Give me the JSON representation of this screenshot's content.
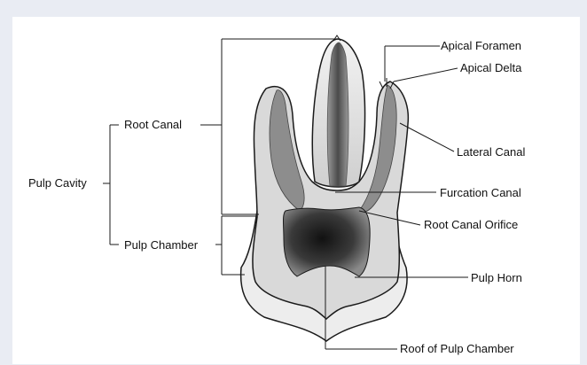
{
  "labels": {
    "pulp_cavity": "Pulp Cavity",
    "root_canal": "Root Canal",
    "pulp_chamber": "Pulp Chamber",
    "apical_foramen": "Apical Foramen",
    "apical_delta": "Apical Delta",
    "lateral_canal": "Lateral Canal",
    "furcation_canal": "Furcation Canal",
    "root_canal_orifice": "Root Canal Orifice",
    "pulp_horn": "Pulp Horn",
    "roof_of_pulp_chamber": "Roof of Pulp Chamber"
  },
  "colors": {
    "outline": "#1a1a1a",
    "enamel": "#ececec",
    "dentin": "#d7d7d7",
    "pulp_dark": "#222222",
    "background": "#ffffff",
    "border": "#e9ecf3"
  }
}
